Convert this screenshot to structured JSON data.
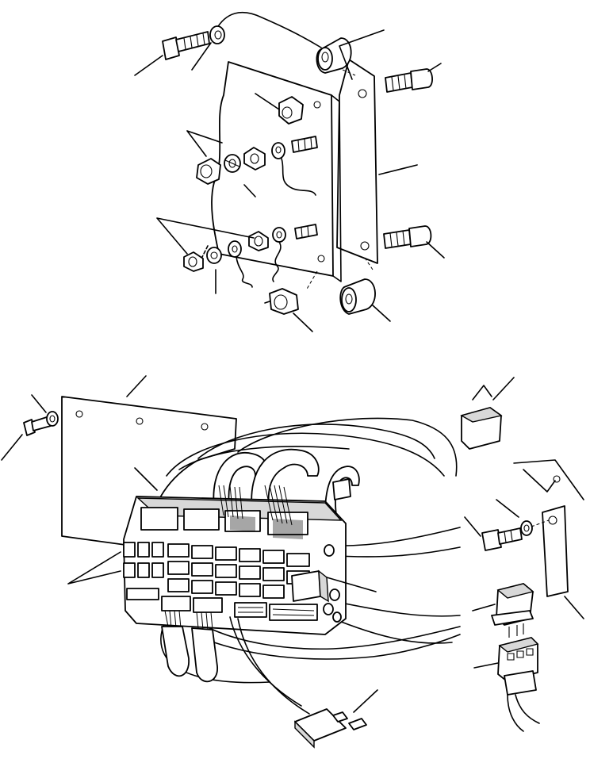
{
  "figure": {
    "kind": "exploded parts illustration",
    "text": []
  },
  "groups": [
    {
      "name": "upper-mounting-plate-assembly"
    },
    {
      "name": "fuse-relay-box-assembly"
    },
    {
      "name": "relay-bracket-assembly"
    }
  ],
  "leader_count": 30,
  "colors": {
    "line": "#000000",
    "background": "#ffffff",
    "fill": "#ffffff",
    "shade": "#d8d8d8"
  }
}
